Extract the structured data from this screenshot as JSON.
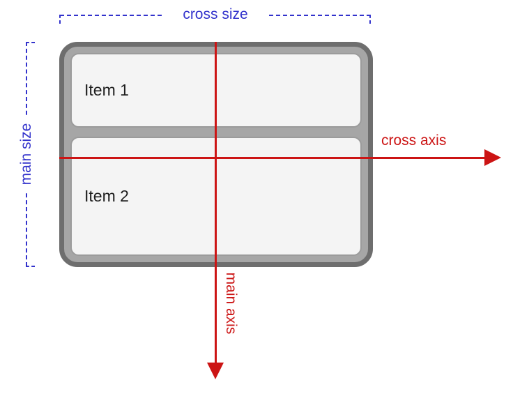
{
  "diagram": {
    "container": {
      "items": [
        {
          "label": "Item 1"
        },
        {
          "label": "Item 2"
        }
      ]
    },
    "annotations": {
      "cross_size": "cross size",
      "main_size": "main size",
      "cross_axis": "cross axis",
      "main_axis": "main axis"
    }
  },
  "colors": {
    "accent-blue": "#3333cc",
    "accent-red": "#cc1414",
    "container-fill": "#a6a6a6",
    "container-border": "#6e6e6e",
    "item-fill": "#f4f4f4",
    "item-border": "#9b9b9b",
    "item-text": "#1d1d1d"
  }
}
